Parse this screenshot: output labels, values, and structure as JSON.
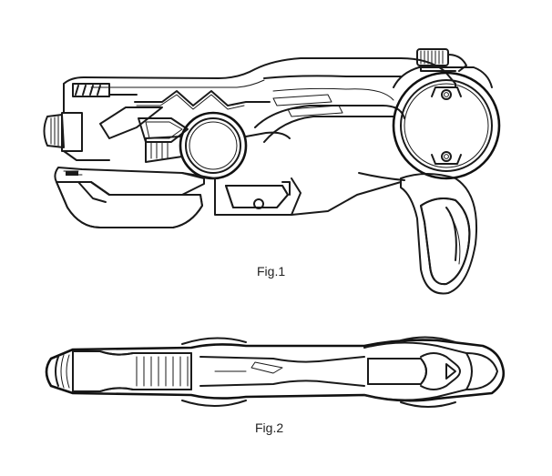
{
  "figures": [
    {
      "label": "Fig.1",
      "view": "side"
    },
    {
      "label": "Fig.2",
      "view": "top"
    }
  ],
  "colors": {
    "ink": "#1a1a1a",
    "paper": "#ffffff"
  }
}
